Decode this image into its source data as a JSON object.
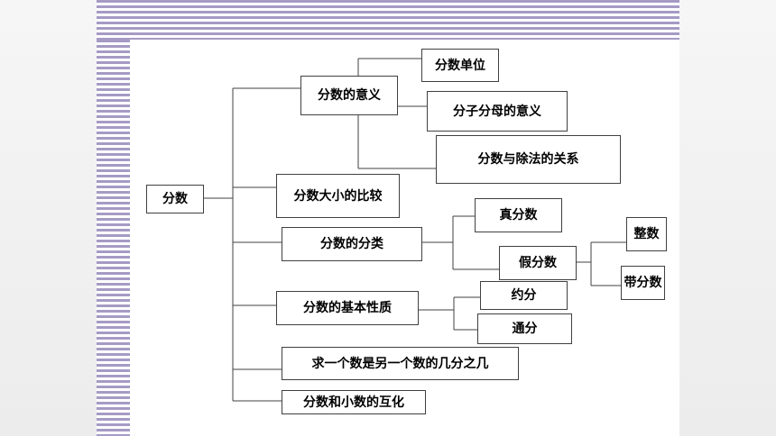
{
  "diagram": {
    "root": "分数",
    "branches": {
      "meaning": "分数的意义",
      "unit": "分数单位",
      "numerator_denominator": "分子分母的意义",
      "division": "分数与除法的关系",
      "compare": "分数大小的比较",
      "classify": "分数的分类",
      "proper": "真分数",
      "improper": "假分数",
      "integer": "整数",
      "mixed": "带分数",
      "property": "分数的基本性质",
      "reduce": "约分",
      "common_denominator": "通分",
      "fraction_of": "求一个数是另一个数的几分之几",
      "conversion": "分数和小数的互化"
    }
  }
}
